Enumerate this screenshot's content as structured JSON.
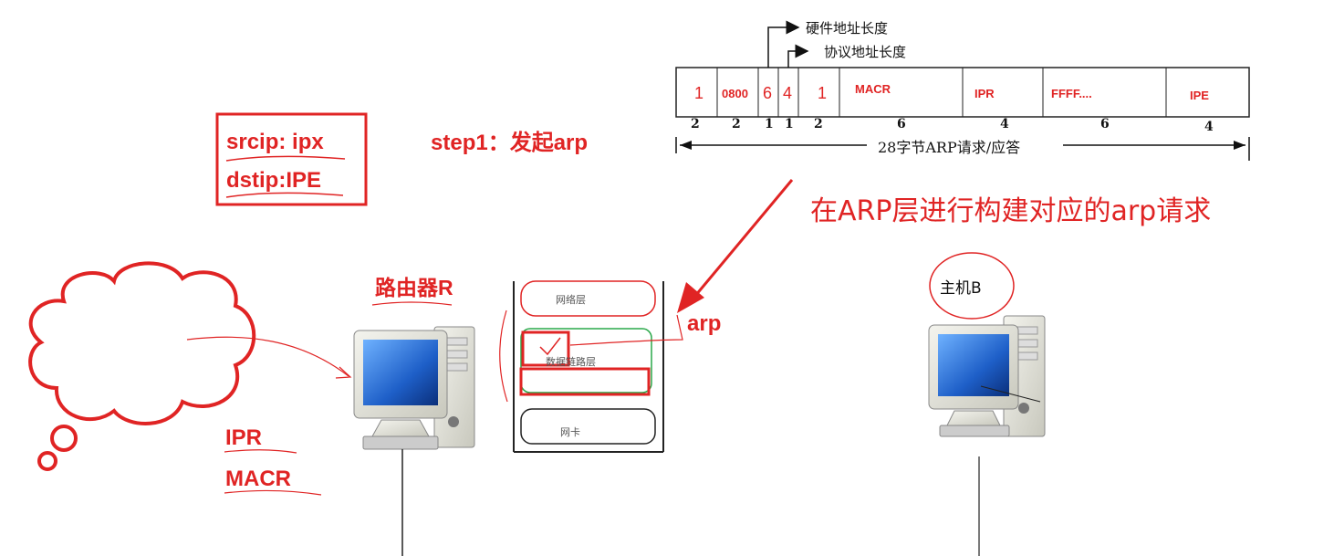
{
  "header": {
    "hw_len": "硬件地址长度",
    "proto_len": "协议地址长度"
  },
  "packet": {
    "fields": [
      "1",
      "0800",
      "6",
      "4",
      "1",
      "MACR",
      "IPR",
      "FFFF....",
      "IPE"
    ],
    "sizes": [
      "2",
      "2",
      "1",
      "1",
      "2",
      "6",
      "4",
      "6",
      "4"
    ],
    "total": "28字节ARP请求/应答"
  },
  "srcip": "srcip: ipx",
  "dstip": "dstip:IPE",
  "step1": "step1：发起arp",
  "build_note": "在ARP层进行构建对应的arp请求",
  "router_label": "路由器R",
  "host_b_label": "主机B",
  "arp_label": "arp",
  "router_ip": "IPR",
  "router_mac": "MACR",
  "layers": {
    "network": "网络层",
    "datalink": "数据链路层",
    "nic": "网卡"
  },
  "colors": {
    "annotation_red": "#e02424",
    "monitor_blue": "#1e5fc8",
    "layer_green": "#2aa84a"
  }
}
